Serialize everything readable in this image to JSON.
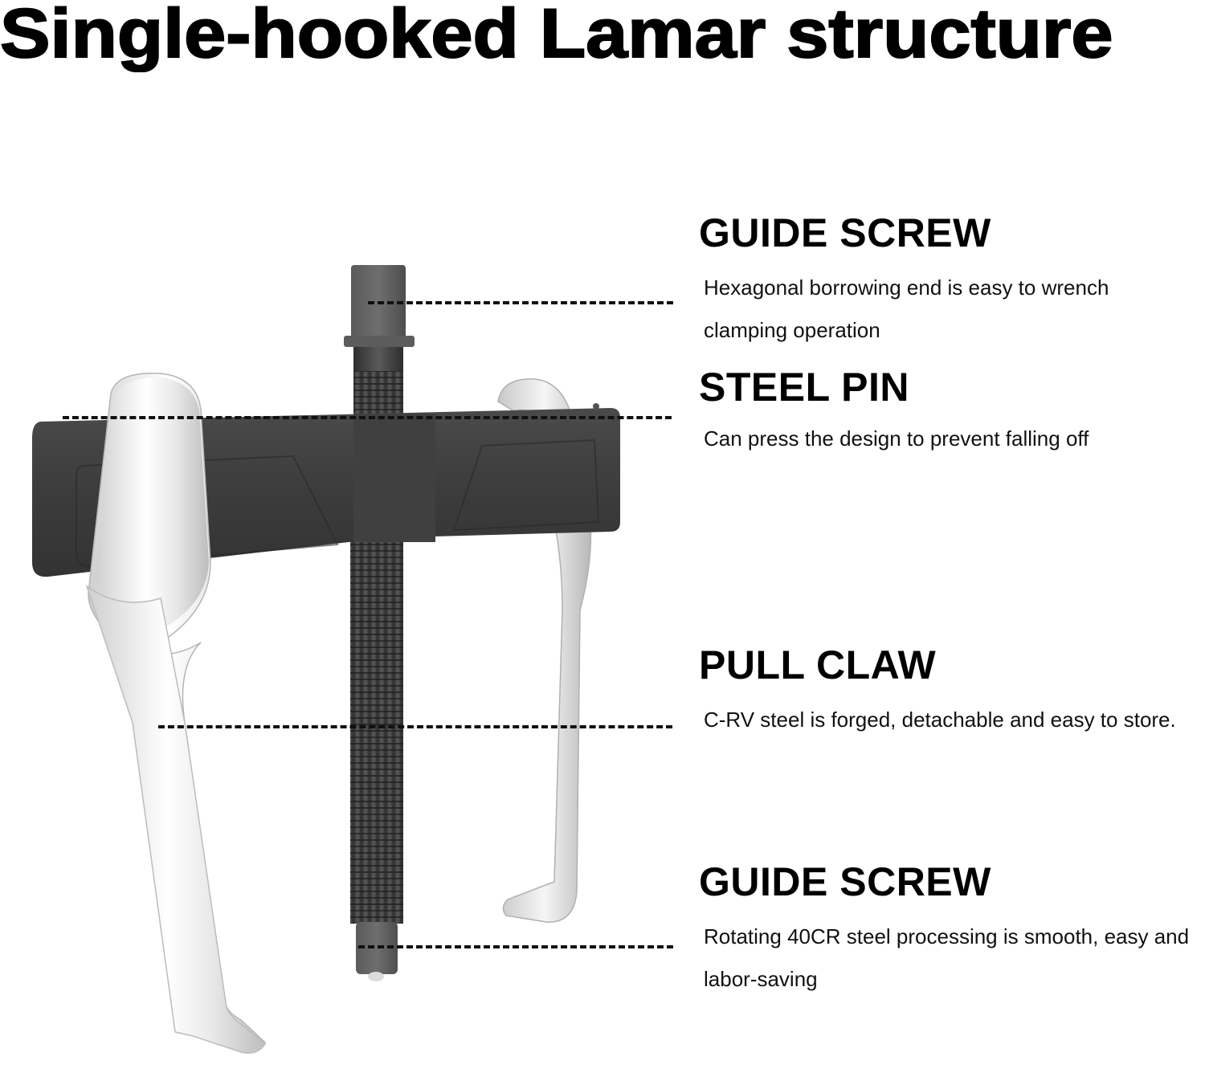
{
  "title": "Single-hooked Lamar structure",
  "colors": {
    "background": "#ffffff",
    "text": "#000000",
    "crossbar": "#3d3d3d",
    "screw": "#474747",
    "claw": "#e8e8e8",
    "leader_line": "#111111"
  },
  "callouts": [
    {
      "heading": "GUIDE SCREW",
      "description": "Hexagonal borrowing end is easy to wrench clamping operation",
      "points_to": "hexagonal screw head"
    },
    {
      "heading": "STEEL PIN",
      "description": "Can press the design to prevent falling off",
      "points_to": "crossbar top edge / pin"
    },
    {
      "heading": "PULL CLAW",
      "description": "C-RV steel is forged, detachable and easy to store.",
      "points_to": "left claw arm"
    },
    {
      "heading": "GUIDE SCREW",
      "description": "Rotating 40CR steel processing is smooth, easy and labor-saving",
      "points_to": "screw tip"
    }
  ],
  "illustration": {
    "subject": "two-jaw gear puller",
    "parts": [
      "hex-head guide screw",
      "crossbar yoke",
      "left pull claw",
      "right pull claw",
      "threaded shaft",
      "screw tip"
    ]
  }
}
